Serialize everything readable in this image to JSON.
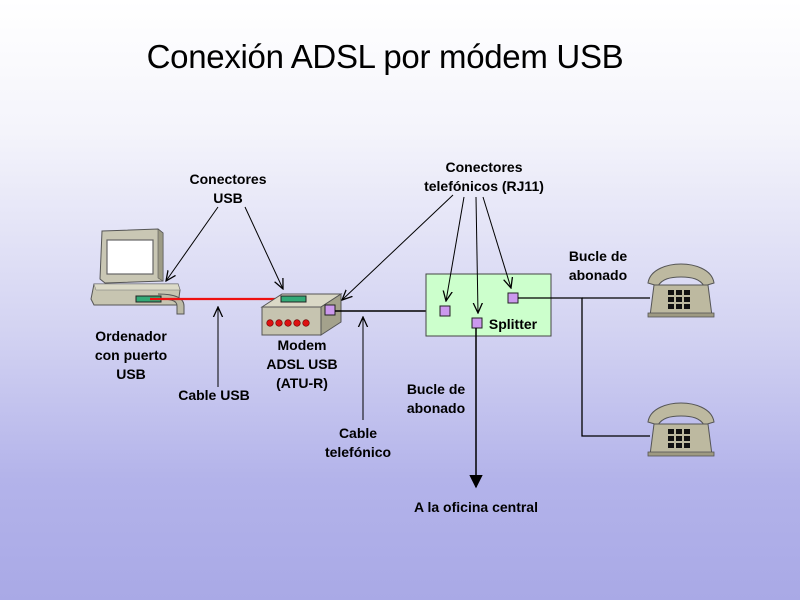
{
  "slide": {
    "title": "Conexión ADSL por módem USB"
  },
  "labels": {
    "usb_connectors": [
      "Conectores",
      "USB"
    ],
    "phone_connectors": [
      "Conectores",
      "telefónicos (RJ11)"
    ],
    "loop_right": [
      "Bucle de",
      "abonado"
    ],
    "computer": [
      "Ordenador",
      "con puerto",
      "USB"
    ],
    "usb_cable": "Cable USB",
    "modem": [
      "Modem",
      "ADSL USB",
      "(ATU-R)"
    ],
    "phone_cable": [
      "Cable",
      "telefónico"
    ],
    "loop_center": [
      "Bucle de",
      "abonado"
    ],
    "splitter": "Splitter",
    "central_office": "A la oficina central"
  },
  "colors": {
    "usb_cable": "#ee1111",
    "splitter_fill": "#ccffcc",
    "connector_fill": "#cc99ee",
    "usb_connector_fill": "#33aa77",
    "device_beige": "#c8c6b2",
    "phone_body": "#bdb9a0",
    "led_red": "#dd1111"
  },
  "icons": {
    "computer": "desktop-computer-icon",
    "modem": "adsl-modem-icon",
    "telephone": "rotary-telephone-icon"
  }
}
